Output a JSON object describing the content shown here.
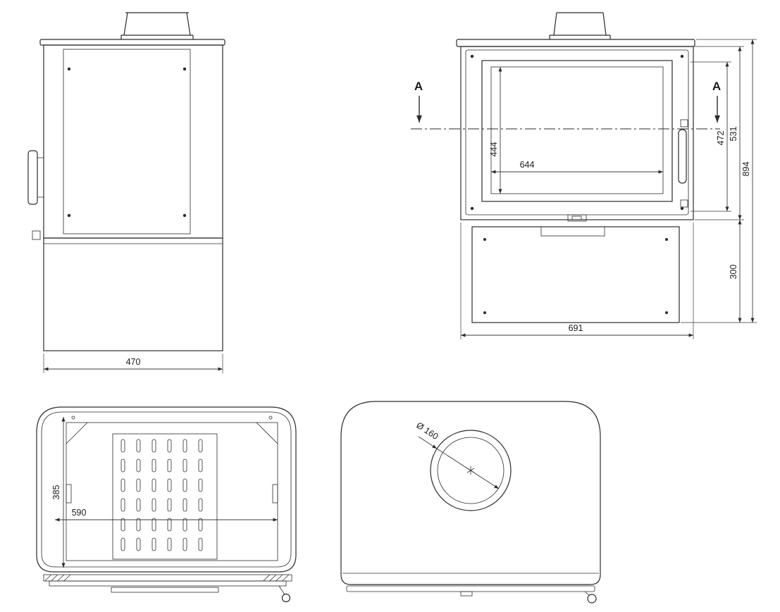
{
  "drawing": {
    "side_view": {
      "overall_width": "470"
    },
    "front_view": {
      "section_marker_left": "A",
      "section_marker_right": "A",
      "glass_width": "644",
      "glass_height": "444",
      "door_height": "472",
      "body_height": "531",
      "overall_height": "894",
      "base_height": "300",
      "overall_width": "691"
    },
    "plan_view": {
      "inner_width": "590",
      "inner_depth": "385"
    },
    "top_view": {
      "flue_diameter": "Ø 160"
    }
  }
}
